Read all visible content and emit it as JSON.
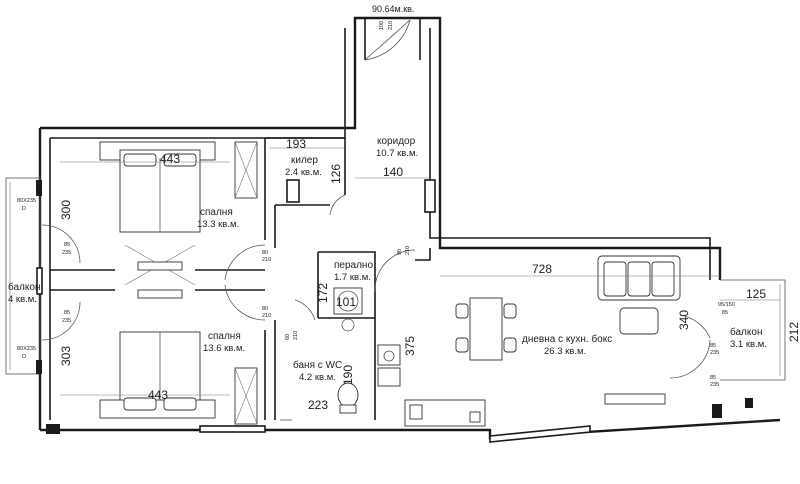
{
  "total_area": "90.64м.кв.",
  "rooms": {
    "koridor": {
      "name": "коридор",
      "area": "10.7 кв.м."
    },
    "kiler": {
      "name": "килер",
      "area": "2.4 кв.м."
    },
    "spalnya1": {
      "name": "спалня",
      "area": "13.3 кв.м."
    },
    "spalnya2": {
      "name": "спалня",
      "area": "13.6 кв.м."
    },
    "balkon_left": {
      "name": "балкон",
      "area": "4 кв.м."
    },
    "peralno": {
      "name": "перално",
      "area": "1.7 кв.м."
    },
    "banya": {
      "name": "баня с WC",
      "area": "4.2 кв.м."
    },
    "dnevna": {
      "name": "дневна с кухн. бокс",
      "area": "26.3 кв.м."
    },
    "balkon_right": {
      "name": "балкон",
      "area": "3.1 кв.м."
    }
  },
  "dimensions": {
    "kiler_w": "193",
    "kiler_h": "126",
    "koridor_w": "140",
    "bedroom_top_w": "443",
    "bedroom_top_h": "300",
    "bedroom_bot_w": "443",
    "bedroom_bot_h": "303",
    "living_w": "728",
    "peralno_h": "172",
    "peralno_w": "101",
    "bath_h": "375",
    "bath_inner_h": "190",
    "bath_w": "223",
    "living_h": "340",
    "balcony_r_w": "125",
    "balcony_r_h": "212"
  },
  "door_labels": {
    "entry": [
      "100",
      "210"
    ],
    "koridor_living": [
      "90",
      "210"
    ],
    "bed1": [
      "80",
      "210"
    ],
    "bed2": [
      "80",
      "210"
    ],
    "bath": [
      "60",
      "210"
    ],
    "balc_left_top_w": [
      "85",
      "235"
    ],
    "balc_left_bot_w": [
      "85",
      "235"
    ],
    "win_left_top": [
      "80X235",
      "D"
    ],
    "win_left_bot": [
      "80X235",
      "D"
    ],
    "win_right": [
      "95/150",
      "85"
    ],
    "balc_right_door": [
      "85",
      "235"
    ],
    "living_window": [
      "85",
      "235"
    ]
  }
}
